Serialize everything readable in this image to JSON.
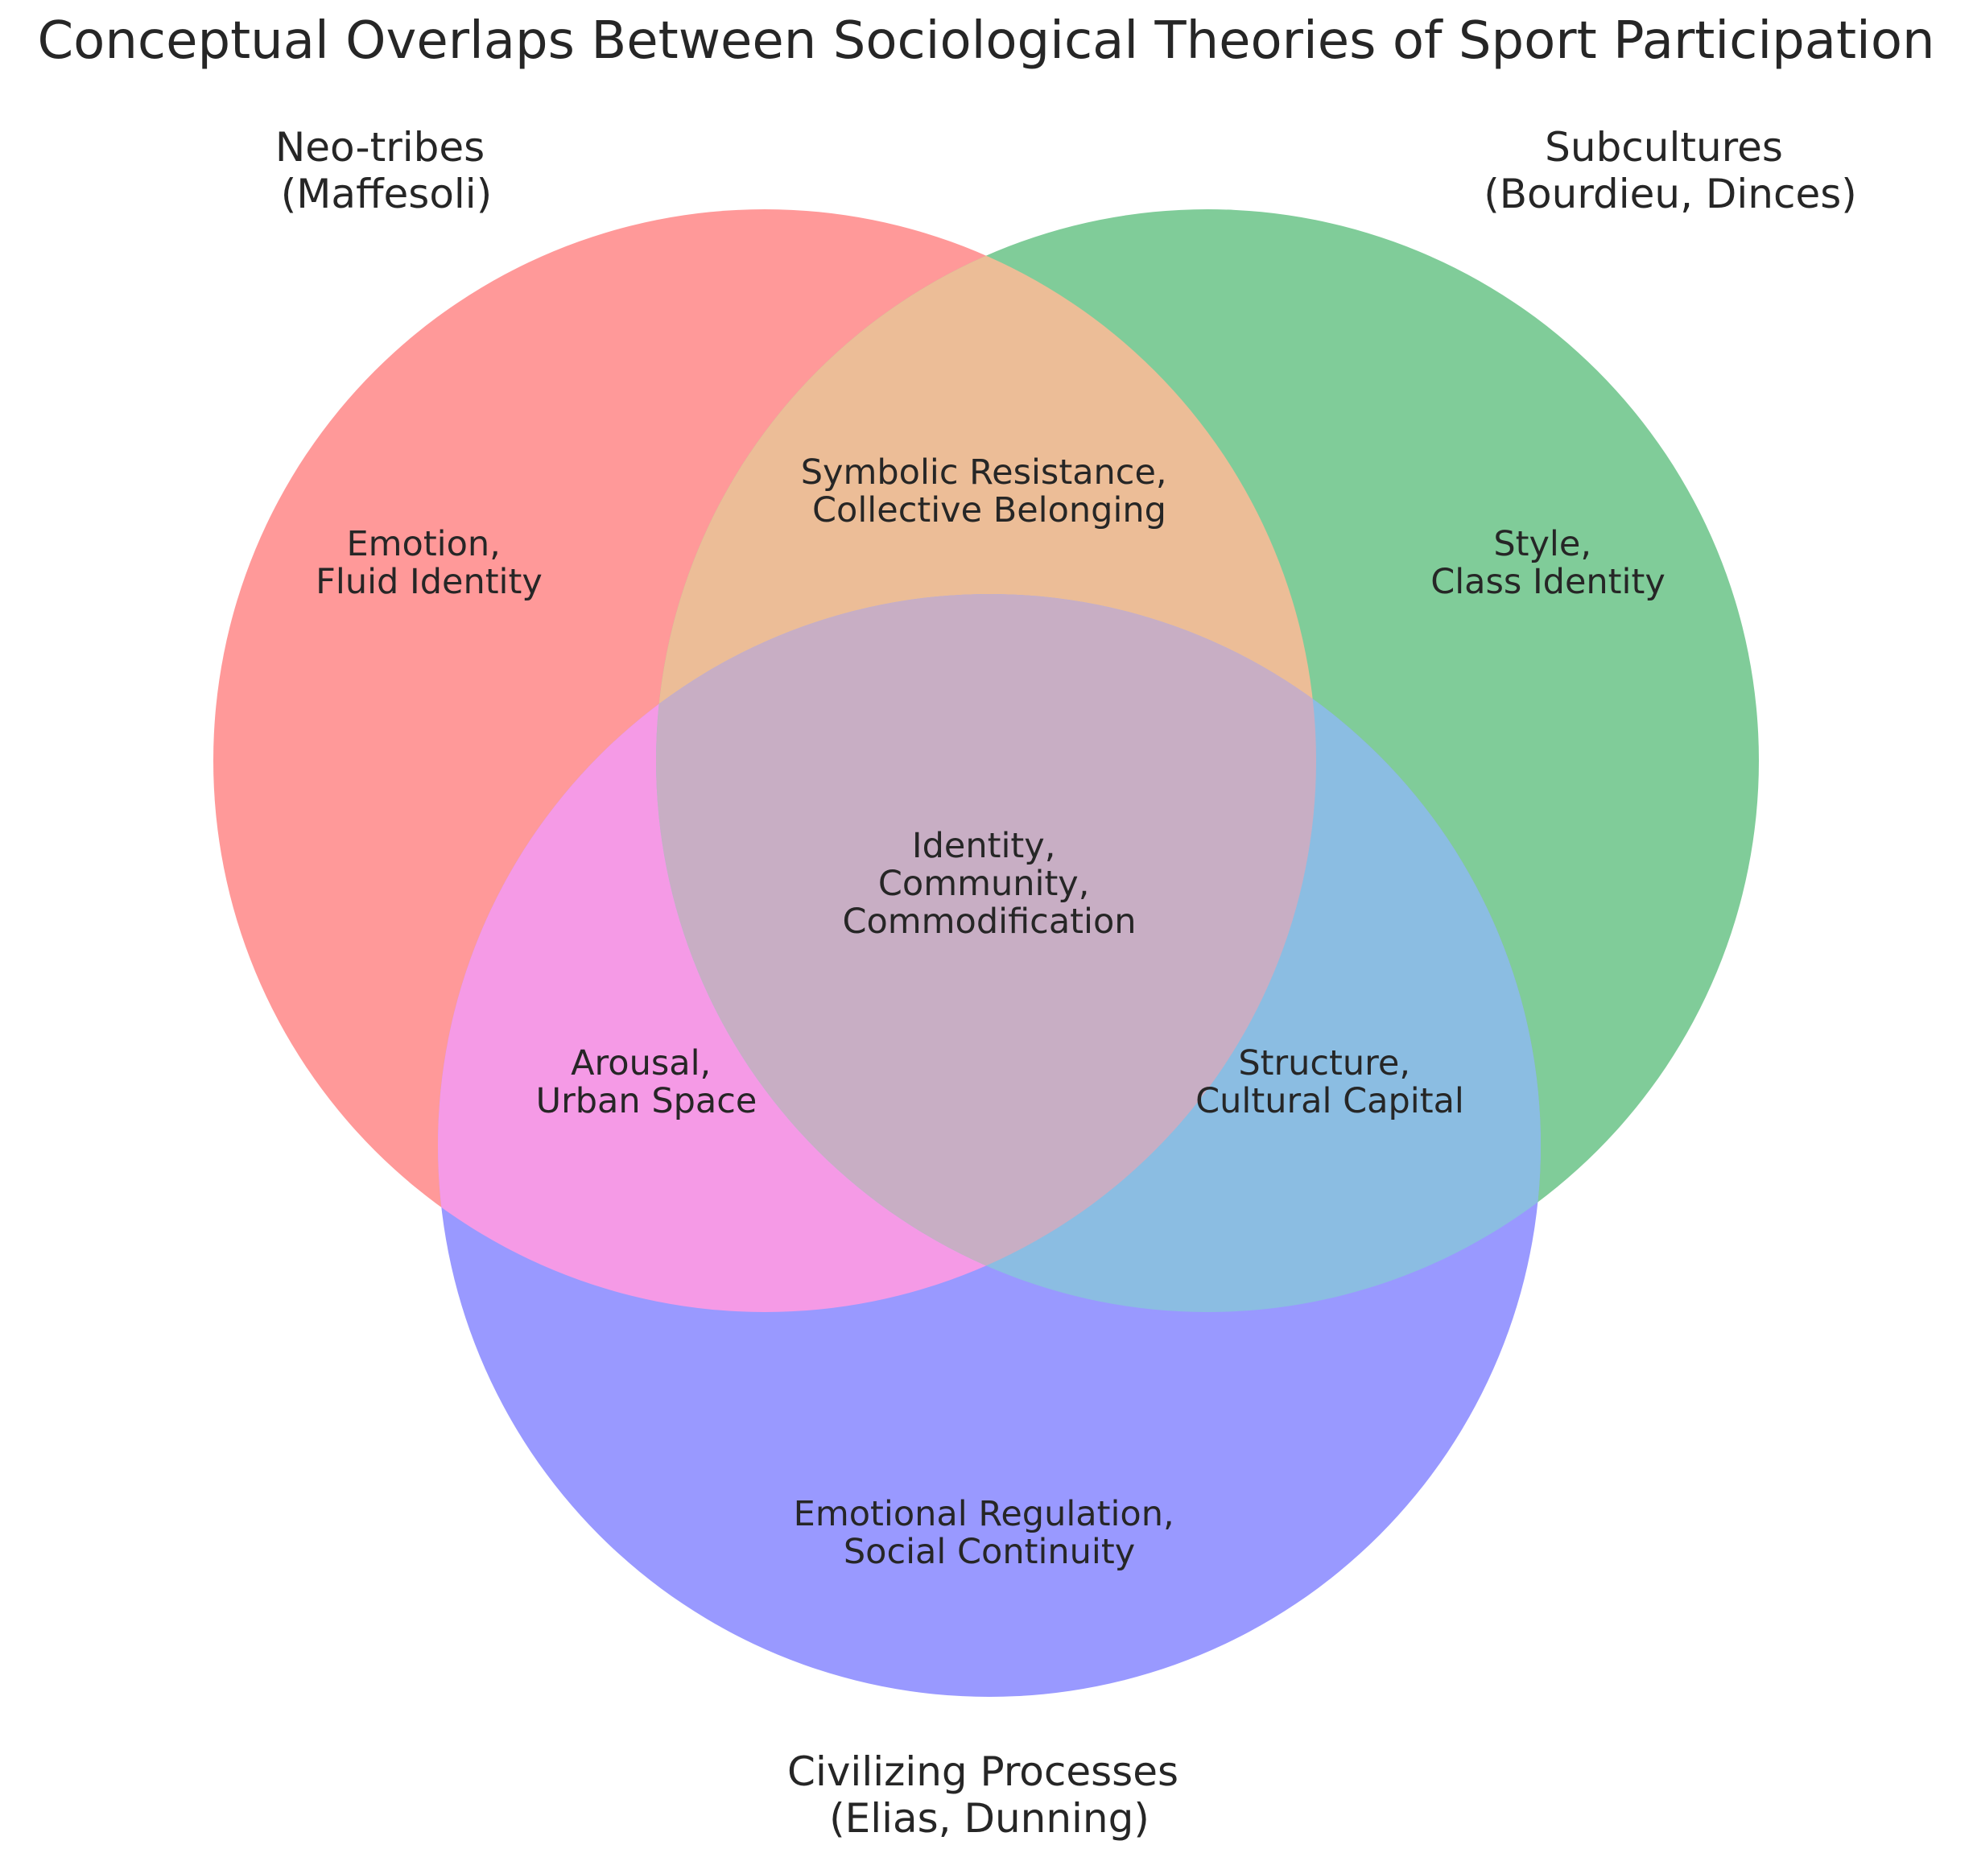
{
  "diagram": {
    "title": "Conceptual Overlaps Between Sociological Theories of Sport Participation",
    "sets": [
      {
        "id": "neo_tribes",
        "name": "Neo-tribes",
        "sub": "(Maffesoli)",
        "color": "#ff9999"
      },
      {
        "id": "subcultures",
        "name": "Subcultures",
        "sub": "(Bourdieu, Dinces)",
        "color": "#80cc99"
      },
      {
        "id": "civilizing",
        "name": "Civilizing Processes",
        "sub": "(Elias, Dunning)",
        "color": "#9999ff"
      }
    ],
    "regions": {
      "neo_only": [
        "Emotion,",
        "Fluid Identity"
      ],
      "sub_only": [
        "Style,",
        "Class Identity"
      ],
      "civ_only": [
        "Emotional Regulation,",
        "Social Continuity"
      ],
      "neo_sub": [
        "Symbolic Resistance,",
        "Collective Belonging"
      ],
      "neo_civ": [
        "Arousal,",
        "Urban Space"
      ],
      "sub_civ": [
        "Structure,",
        "Cultural Capital"
      ],
      "all": [
        "Identity,",
        "Community,",
        "Commodification"
      ]
    },
    "overlap_colors": {
      "neo_sub": "#ecbd97",
      "neo_civ": "#f59ae6",
      "sub_civ": "#8bbde2",
      "all": "#c8aec4"
    }
  }
}
